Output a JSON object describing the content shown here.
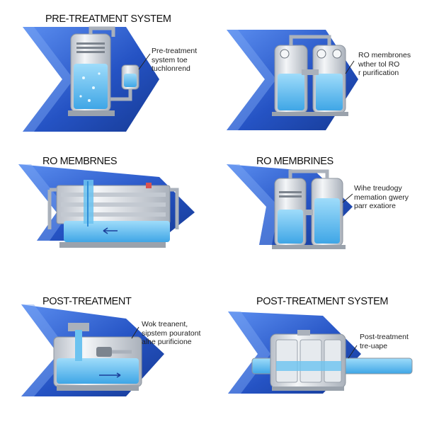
{
  "panels": [
    {
      "title": "PRE-TREATMENT SYSTEM",
      "caption": [
        "Pre-treatment",
        "system toe",
        "tuchlonrend"
      ]
    },
    {
      "title": "",
      "caption": [
        "RO membrones",
        "wther tol RO",
        "r purification"
      ]
    },
    {
      "title": "RO MEMBRNES",
      "caption": []
    },
    {
      "title": "RO MEMBRINES",
      "caption": [
        "Wihe treudogy",
        "memation gwery",
        "parr exatiore"
      ]
    },
    {
      "title": "POST-TREATMENT",
      "caption": [
        "Wok treanent,",
        "sipstem pouratont",
        "alhe purificione"
      ]
    },
    {
      "title": "POST-TREATMENT SYSTEM",
      "caption": [
        "Post-treatment",
        "tre-uape"
      ]
    }
  ],
  "colors": {
    "navy": "#1b3f9a",
    "blue": "#2f64d6",
    "water": "#6cc3f0",
    "metal": "#d9dde3"
  }
}
